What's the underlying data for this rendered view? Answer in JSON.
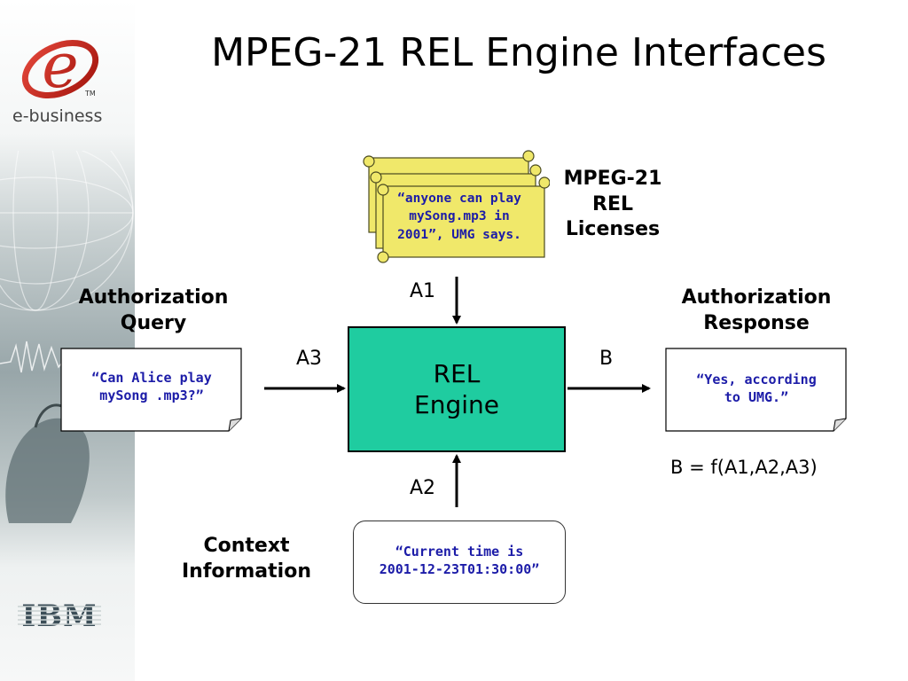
{
  "title": "MPEG-21 REL Engine Interfaces",
  "branding": {
    "ebusiness_label": "e-business",
    "tm": "TM",
    "ibm": "IBM"
  },
  "licenses": {
    "heading_lines": [
      "MPEG-21",
      "REL",
      "Licenses"
    ],
    "scroll_text_lines": [
      "“anyone can play",
      "mySong.mp3 in",
      "2001”, UMG says."
    ]
  },
  "query": {
    "heading_lines": [
      "Authorization",
      "Query"
    ],
    "text_lines": [
      "“Can Alice play",
      "mySong .mp3?”"
    ]
  },
  "response": {
    "heading_lines": [
      "Authorization",
      "Response"
    ],
    "text_lines": [
      "“Yes, according",
      "to UMG.”"
    ]
  },
  "engine": {
    "lines": [
      "REL",
      "Engine"
    ]
  },
  "context": {
    "heading_lines": [
      "Context",
      "Information"
    ],
    "text_lines": [
      "“Current time is",
      "2001-12-23T01:30:00”"
    ]
  },
  "labels": {
    "a1": "A1",
    "a2": "A2",
    "a3": "A3",
    "b": "B",
    "formula": "B = f(A1,A2,A3)"
  },
  "colors": {
    "engine_fill": "#1fcca0",
    "scroll_fill": "#f0e86a",
    "quote_text": "#1c1ca8",
    "logo_red": "#cc2a1e"
  }
}
